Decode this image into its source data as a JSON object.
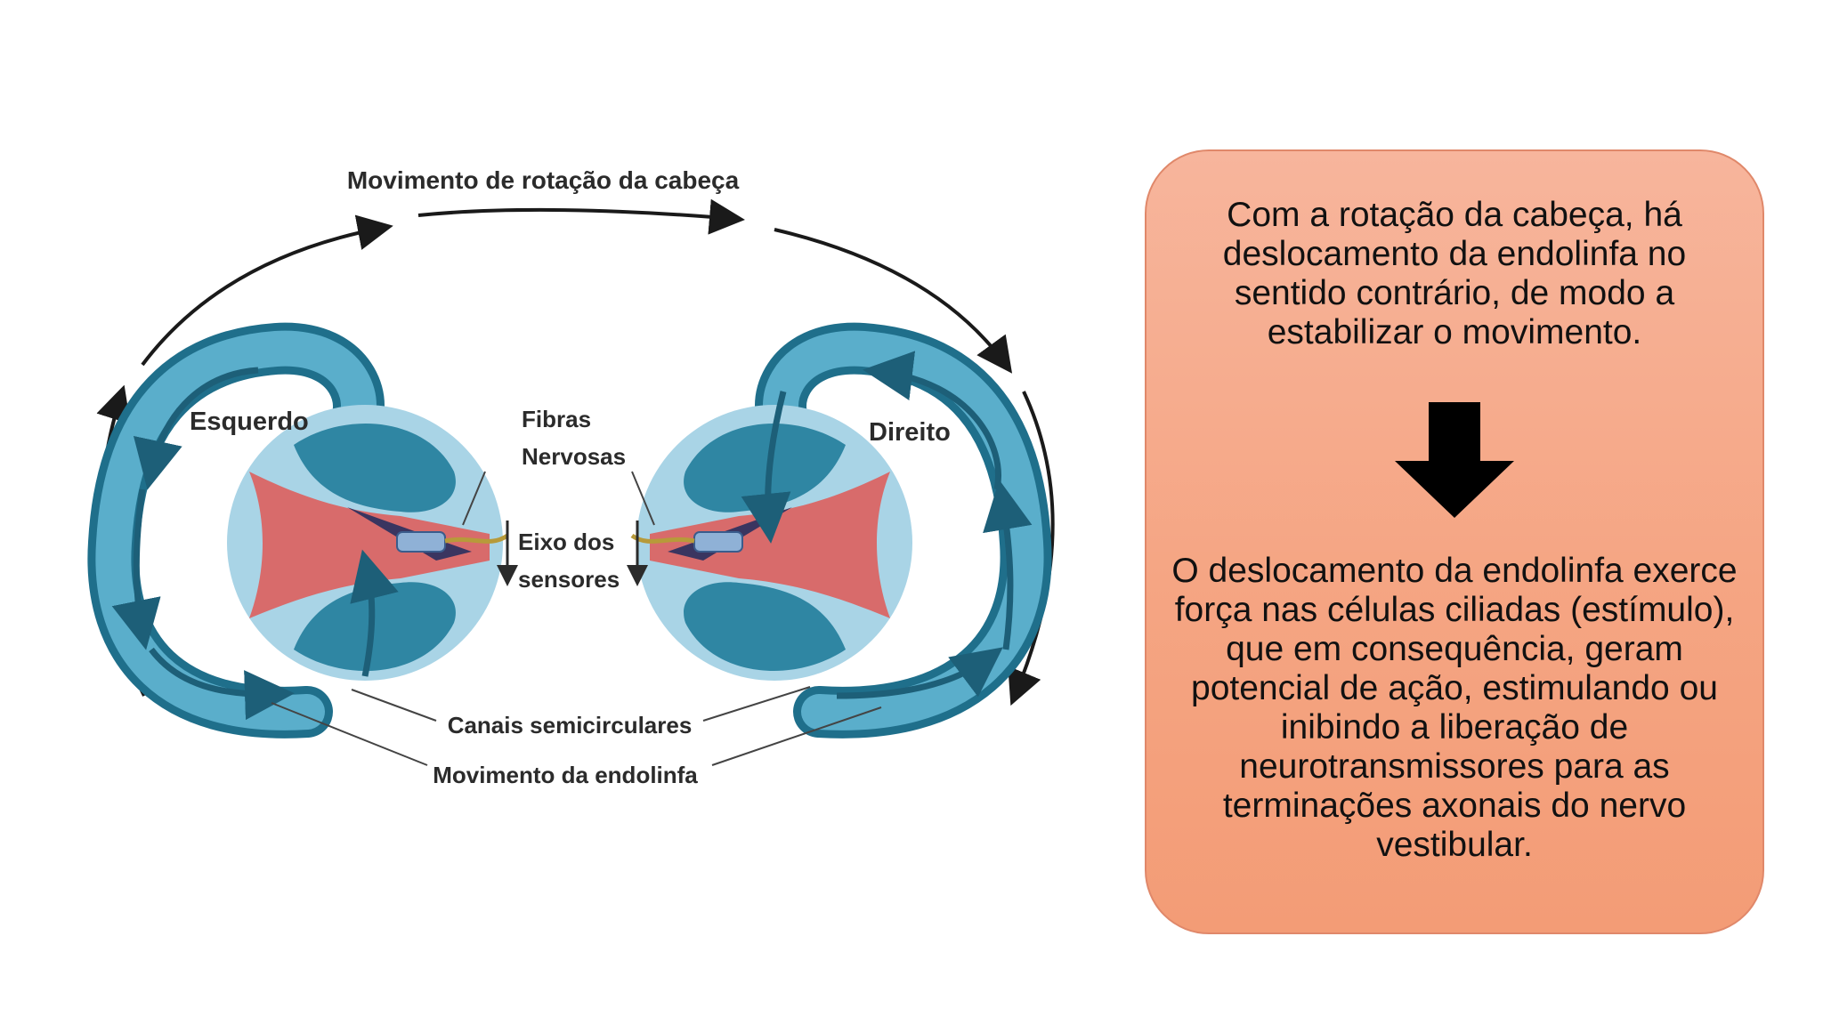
{
  "diagram": {
    "top_label": "Movimento de rotação da cabeça",
    "left_label": "Esquerdo",
    "right_label": "Direito",
    "fibers_label": [
      "Fibras",
      "Nervosas"
    ],
    "sensor_axis_label": [
      "Eixo dos",
      "sensores"
    ],
    "canals_label": "Canais semicirculares",
    "endolymph_label": "Movimento da endolinfa"
  },
  "info": {
    "top_text": "Com a rotação da cabeça, há deslocamento da endolinfa no sentido contrário, de modo a estabilizar o movimento.",
    "arrow_icon": "down-arrow-icon",
    "bottom_text": "O deslocamento da endolinfa exerce força nas células ciliadas (estímulo), que em consequência, geram potencial de ação, estimulando ou inibindo a liberação de neurotransmissores para as terminações axonais do nervo vestibular."
  },
  "colors": {
    "canal_dark": "#1f6f8b",
    "canal_light": "#5aaecb",
    "ampulla_fill": "#2f86a3",
    "ampulla_halo": "#a9d4e6",
    "cupula_red": "#d86b6b",
    "box_fill": "#f5a583"
  }
}
